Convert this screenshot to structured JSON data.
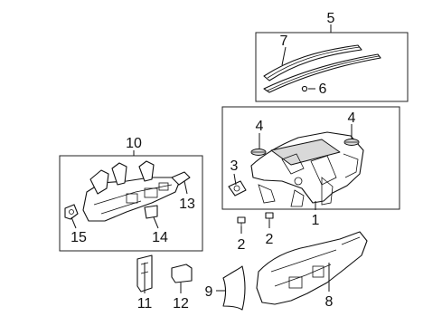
{
  "diagram": {
    "callouts": {
      "c1": "1",
      "c2a": "2",
      "c2b": "2",
      "c3": "3",
      "c4a": "4",
      "c4b": "4",
      "c5": "5",
      "c6": "6",
      "c7": "7",
      "c8": "8",
      "c9": "9",
      "c10": "10",
      "c11": "11",
      "c12": "12",
      "c13": "13",
      "c14": "14",
      "c15": "15"
    },
    "colors": {
      "line": "#111111",
      "background": "#ffffff",
      "shade": "#d9d9d9"
    }
  }
}
